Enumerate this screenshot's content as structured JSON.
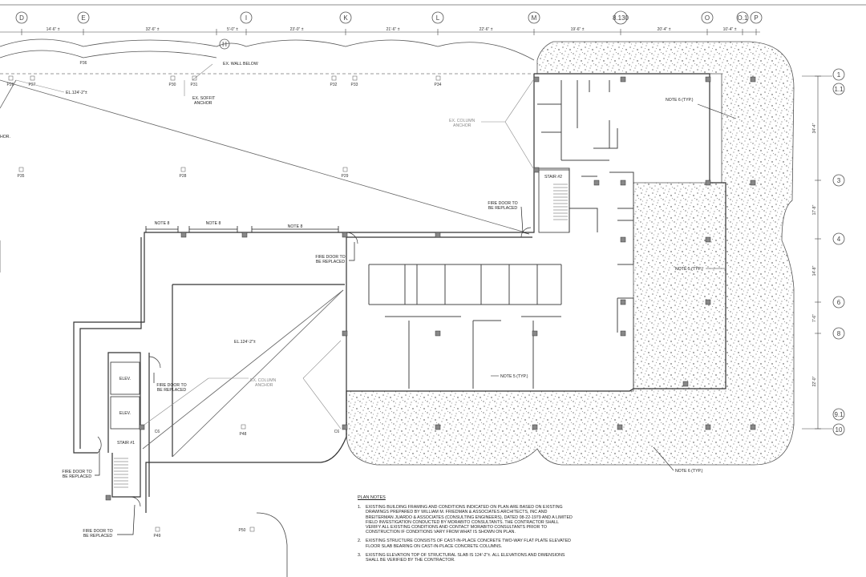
{
  "grid_top": [
    "D",
    "E",
    "H",
    "I",
    "K",
    "L",
    "M",
    "8.130",
    "O",
    "O.1",
    "P"
  ],
  "grid_right": [
    "1",
    "1.1",
    "3",
    "4",
    "6",
    "8",
    "9.1",
    "10"
  ],
  "dims_top": [
    "14'-6\" ±",
    "32'-6\" ±",
    "5'-0\" ±",
    "23'-0\" ±",
    "21'-6\" ±",
    "22'-6\" ±",
    "19'-6\" ±",
    "20'-4\" ±",
    "10'-4\" ±"
  ],
  "dims_right": [
    "34'-4\"",
    "17'-8\"",
    "14'-8\"",
    "7'-6\"",
    "22'-0\""
  ],
  "labels": {
    "ex_wall_below": "EX. WALL BELOW",
    "ex_soffit": "EX. SOFFIT",
    "anchor": "ANCHOR",
    "el_top": "EL.124'-2\"±",
    "el_mid": "EL.124'-2\"±",
    "ex_column": "EX. COLUMN",
    "ex_column_anchor2": "EX. COLUMN",
    "anchor2": "ANCHOR",
    "note6_top": "NOTE 6 (TYP.)",
    "note6_bottom": "NOTE 6 (TYP.)",
    "note5_right": "NOTE 5 (TYP.)",
    "note5_mid": "NOTE 5 (TYP.)",
    "stair2": "STAIR #2",
    "stair1": "STAIR #1",
    "elev": "ELEV.",
    "elev2": "ELEV.",
    "note8a": "NOTE 8",
    "note8b": "NOTE 8",
    "note8c": "NOTE 8",
    "fire_door_1a": "FIRE DOOR TO",
    "fire_door_1b": "BE REPLACED",
    "fire_door_2a": "FIRE DOOR TO",
    "fire_door_2b": "BE REPLACED",
    "fire_door_3a": "FIRE DOOR TO",
    "fire_door_3b": "BE REPLACED",
    "fire_door_4a": "FIRE DOOR TO",
    "fire_door_4b": "BE REPLACED",
    "fire_door_5a": "FIRE DOOR TO",
    "fire_door_5b": "BE REPLACED",
    "hor": "HOR.",
    "c6a": "C6",
    "c6b": "C6",
    "p50": "P50",
    "p48": "P48",
    "p30": "P30",
    "p31": "P31",
    "p32": "P32",
    "p33": "P33",
    "p34": "P34",
    "p26": "P26",
    "p27": "P27",
    "p49": "P49",
    "p28": "P28",
    "p29": "P29",
    "p35": "P35",
    "p36": "P36"
  },
  "plan_notes": {
    "title": "PLAN NOTES",
    "items": [
      {
        "n": "1.",
        "text": "EXISTING BUILDING FRAMING AND CONDITIONS INDICATED ON PLAN ARE BASED ON EXISTING DRAWINGS PREPARED BY WILLIAM M. FRIEDMAN & ASSOCIATES ARCHITECTS, INC AND BREITERMAN JUARDO & ASSOCIATES (CONSULTING ENGINEERS), DATED 08-22-1979 AND A LIMITED FIELD INVESTIGATION CONDUCTED BY MORABITO CONSULTANTS. THE CONTRACTOR SHALL VERIFY ALL EXISTING CONDITIONS AND CONTACT MORABITO CONSULTANTS PRIOR TO CONSTRUCTION IF CONDITIONS VARY FROM WHAT IS SHOWN ON PLAN."
      },
      {
        "n": "2.",
        "text": "EXISTING STRUCTURE CONSISTS OF CAST-IN-PLACE CONCRETE TWO-WAY FLAT PLATE ELEVATED FLOOR SLAB BEARING ON CAST-IN-PLACE CONCRETE COLUMNS."
      },
      {
        "n": "3.",
        "text": "EXISTING ELEVATION TOP OF STRUCTURAL SLAB IS 124'-2\"±. ALL ELEVATIONS AND DIMENSIONS SHALL BE VERIFIED BY THE CONTRACTOR."
      }
    ]
  }
}
